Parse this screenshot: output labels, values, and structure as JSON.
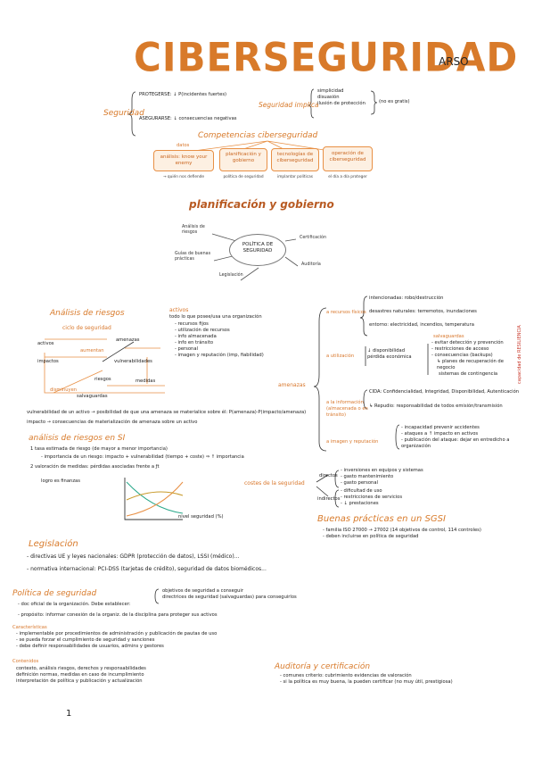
{
  "header": {
    "title": "CIBERSEGURIDAD",
    "tag": "ARSO"
  },
  "seguridad": {
    "label": "Seguridad",
    "proteger": "PROTEGERSE: ↓ P(incidentes fuertes)",
    "asegurarse": "ASEGURARSE: ↓ consecuencias negativas",
    "implica_label": "Seguridad implica",
    "implica": [
      "simplicidad",
      "disuasión",
      "ilusión de protección"
    ],
    "implica_note": "(no es gratis)"
  },
  "competencias": {
    "title": "Competencias ciberseguridad",
    "items": [
      {
        "top": "datos",
        "label": "análisis: know your enemy",
        "cap": "→ quién nos defiende"
      },
      {
        "top": "",
        "label": "planificación y gobierno",
        "cap": "política de seguridad"
      },
      {
        "top": "",
        "label": "tecnologías de ciberseguridad",
        "cap": "implantar políticas"
      },
      {
        "top": "",
        "label": "operación de ciberseguridad",
        "cap": "el día a día proteger"
      }
    ]
  },
  "planificacion": {
    "title": "planificación y gobierno",
    "center": "POLÍTICA DE SEGURIDAD",
    "nodes": [
      "Análisis de riesgos",
      "Guías de buenas prácticas",
      "Legislación",
      "Certificación",
      "Auditoría"
    ]
  },
  "analisis": {
    "title": "Análisis de riesgos",
    "ciclo": "ciclo de seguridad",
    "labels": [
      "activos",
      "amenazas",
      "impactos",
      "vulnerabilidades",
      "riesgos",
      "medidas",
      "salvaguardas",
      "aumentan",
      "disminuyen"
    ],
    "activos_title": "activos",
    "activos_desc": "todo lo que posee/usa una organización",
    "activos_list": [
      "recursos fijos",
      "utilización de recursos",
      "info almacenada",
      "info en tránsito",
      "personal",
      "imagen y reputación (imp, fiabilidad)"
    ]
  },
  "amenazas": {
    "label": "amenazas",
    "recursos_fisicos": "a recursos físicos",
    "fisicos": [
      "intencionadas: robo/destrucción",
      "desastres naturales: terremotos, inundaciones",
      "entorno: electricidad, incendios, temperatura"
    ],
    "utilizacion": "a utilización",
    "utilizacion_items": [
      "↓ disponibilidad",
      "pérdida económica"
    ],
    "salvaguardas": "salvaguardas",
    "salv_list": [
      "evitar detección y prevención",
      "restricciones de acceso",
      "consecuencias (backups)",
      "planes de recuperación de negocio",
      "sistemas de contingencia"
    ],
    "side_note": "capacidad de RESILIENCIA",
    "informacion": "a la información (almacenada o en tránsito)",
    "cida": "CIDA: Confidencialidad, Integridad, Disponibilidad, Autenticación",
    "repudio": "↳ Repudio: responsabilidad de todos emisión/transmisión",
    "imagen": "a imagen y reputación",
    "imagen_list": [
      "incapacidad prevenir accidentes",
      "ataques a ↑ impacto en activos",
      "publicación del ataque: dejar en entredicho a organización"
    ]
  },
  "defs": {
    "vulnerabilidad": "vulnerabilidad de un activo → posibilidad de que una amenaza se materialice sobre él: P(amenaza)·P(impacto/amenaza)",
    "impacto": "impacto → consecuencias de materialización de amenaza sobre un activo"
  },
  "ar_ssi": {
    "title": "análisis de riesgos en SI",
    "p1": "1 tasa estimada de riesgo (de mayor a menor importancia)",
    "p1_sub": "- importancia de un riesgo: impacto + vulnerabilidad (tiempo + coste) ⇒ ↑ importancia",
    "p2": "2 valoración de medidas: pérdidas asociadas frente a ƒt",
    "nota": "logro es finanzas",
    "axis": "nivel seguridad (%)"
  },
  "costes": {
    "title": "costes de la seguridad",
    "directos": "directos",
    "directos_list": [
      "inversiones en equipos y sistemas",
      "gasto mantenimiento",
      "gasto personal"
    ],
    "indirectos": "indirectos",
    "indirectos_list": [
      "dificultad de uso",
      "restricciones de servicios",
      "↓ prestaciones"
    ]
  },
  "buenas": {
    "title": "Buenas prácticas en un SGSI",
    "items": [
      "familia ISO 27000 → 27002 (14 objetivos de control, 114 controles)",
      "deben incluirse en política de seguridad"
    ]
  },
  "legislacion": {
    "title": "Legislación",
    "items": [
      "directivas UE y leyes nacionales: GDPR (protección de datos), LSSI (médico)...",
      "normativa internacional: PCI-DSS (tarjetas de crédito), seguridad de datos biomédicos..."
    ]
  },
  "politica": {
    "title": "Política de seguridad",
    "item1": "doc oficial de la organización. Debe establecer:",
    "item1_list": [
      "objetivos de seguridad a conseguir",
      "directrices de seguridad (salvaguardas) para conseguirlos"
    ],
    "item2": "propósito: informar conexión de la organiz. de la disciplina para proteger sus activos",
    "caract_title": "Características",
    "caract": [
      "implementable por procedimientos de administración y publicación de pautas de uso",
      "se pueda forzar el cumplimiento de seguridad y sanciones",
      "debe definir responsabilidades de usuarios, admins y gestores"
    ],
    "cont_title": "Contenidos",
    "cont": [
      "contexto, análisis riesgos, derechos y responsabilidades",
      "definición normas, medidas en caso de incumplimiento",
      "interpretación de política y publicación y actualización"
    ]
  },
  "auditoria": {
    "title": "Auditoría y certificación",
    "items": [
      "comunes criterio: cubrimiento evidencias de valoración",
      "si la política es muy buena, la pueden certificar (no muy útil, prestigiosa)"
    ]
  },
  "footer": {
    "page": "1"
  },
  "colors": {
    "accent": "#d87a2a",
    "box_fill": "#fdf0e2",
    "red_note": "#c8382a"
  }
}
